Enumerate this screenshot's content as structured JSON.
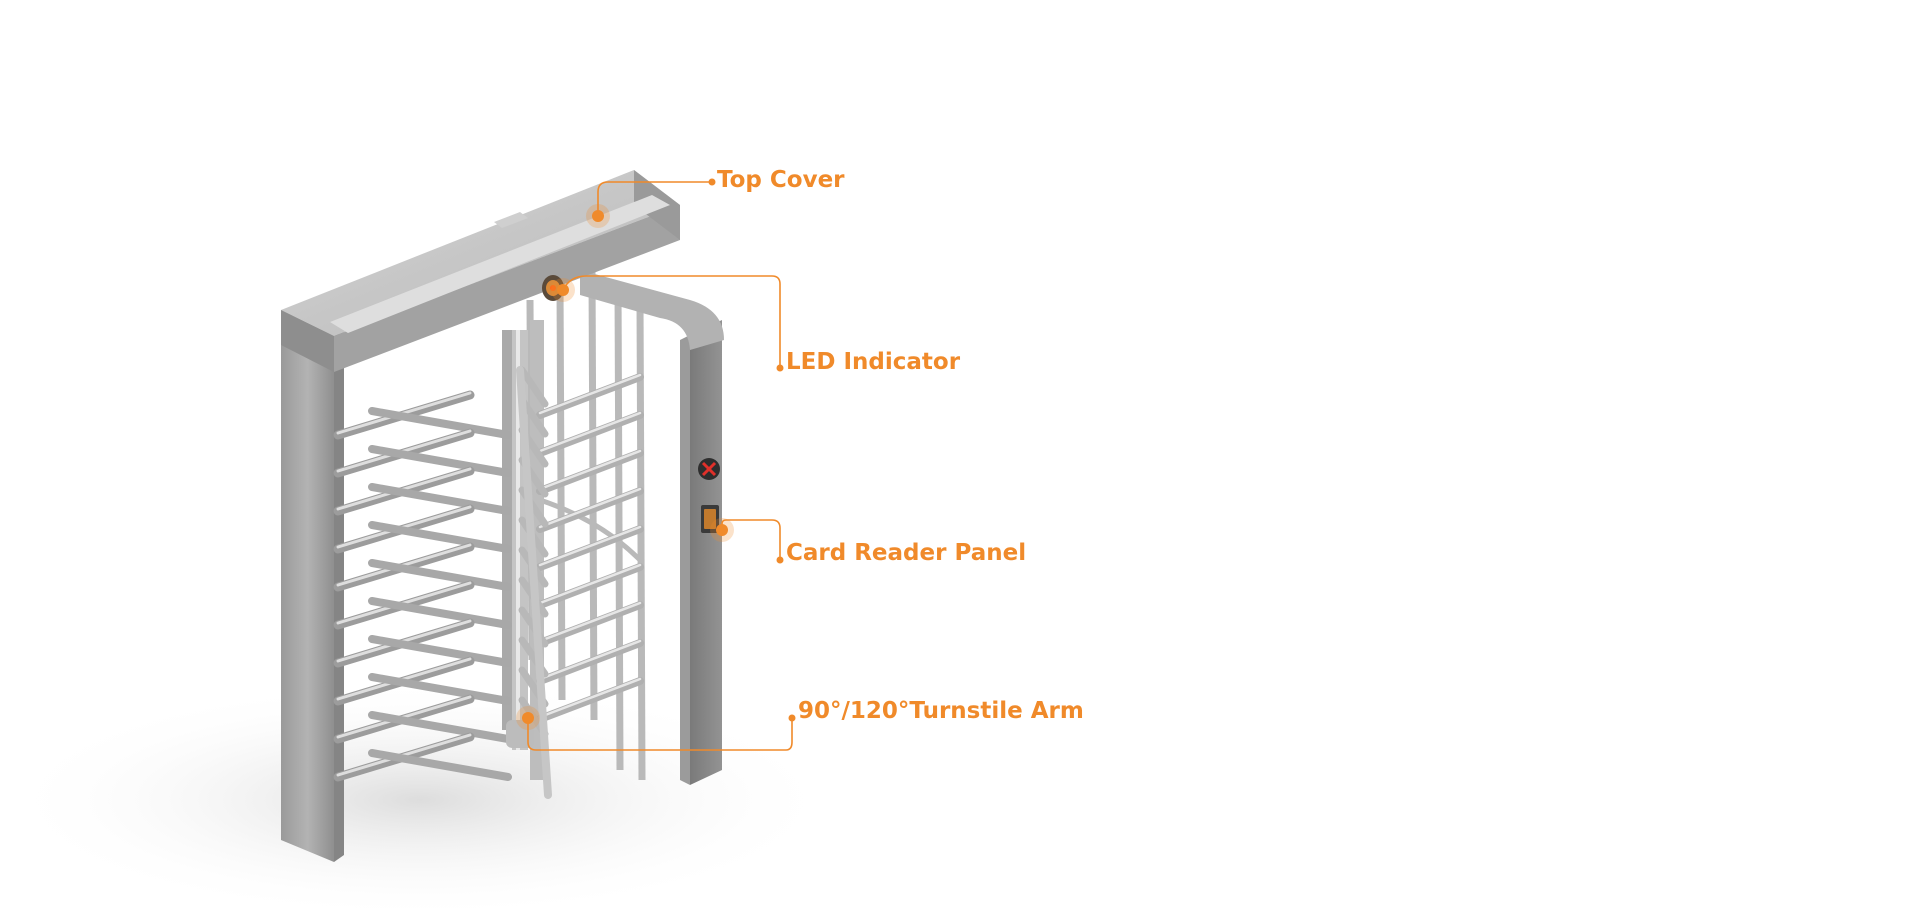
{
  "colors": {
    "accent": "#F08A2A",
    "steel_light": "#C9C9C9",
    "steel_mid": "#A6A6A6",
    "steel_dark": "#7E7E7E",
    "background": "#FFFFFF"
  },
  "diagram": {
    "subject": "full height turnstile",
    "callouts": [
      {
        "id": "top-cover",
        "label": "Top Cover"
      },
      {
        "id": "led-indicator",
        "label": "LED Indicator"
      },
      {
        "id": "card-reader-panel",
        "label": "Card Reader Panel"
      },
      {
        "id": "turnstile-arm",
        "label": "90°/120°Turnstile Arm"
      }
    ]
  }
}
